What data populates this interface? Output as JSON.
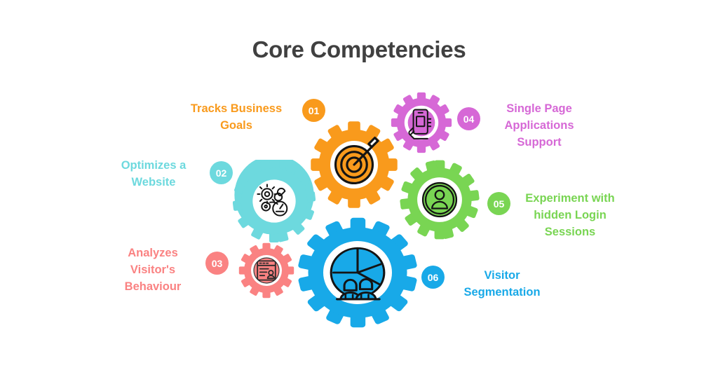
{
  "page": {
    "title": "Core Competencies",
    "title_color": "#404040",
    "background": "#ffffff"
  },
  "chart_data": {
    "type": "diagram",
    "title": "Core Competencies",
    "layout": "gear-cluster infographic, 6 numbered gears",
    "items": [
      {
        "number": "01",
        "label": "Tracks Business Goals",
        "color": "#F99A1C",
        "icon": "target-arrow-icon",
        "gear_teeth": 12,
        "gear_size": 124
      },
      {
        "number": "02",
        "label": "Optimizes a Website",
        "color": "#6DD9DE",
        "icon": "gears-wrench-gauge-icon",
        "gear_teeth": 13,
        "gear_size": 118
      },
      {
        "number": "03",
        "label": "Analyzes Visitor's Behaviour",
        "color": "#FA8282",
        "icon": "visitor-report-card-icon",
        "gear_teeth": 12,
        "gear_size": 80
      },
      {
        "number": "04",
        "label": "Single Page Applications Support",
        "color": "#D668D6",
        "icon": "hand-holding-phone-icon",
        "gear_teeth": 12,
        "gear_size": 88
      },
      {
        "number": "05",
        "label": "Experiment with hidden Login Sessions",
        "color": "#79D553",
        "icon": "user-profile-icon",
        "gear_teeth": 13,
        "gear_size": 112
      },
      {
        "number": "06",
        "label": "Visitor Segmentation",
        "color": "#18A9E8",
        "icon": "pie-chart-people-icon",
        "gear_teeth": 14,
        "gear_size": 156
      }
    ]
  }
}
